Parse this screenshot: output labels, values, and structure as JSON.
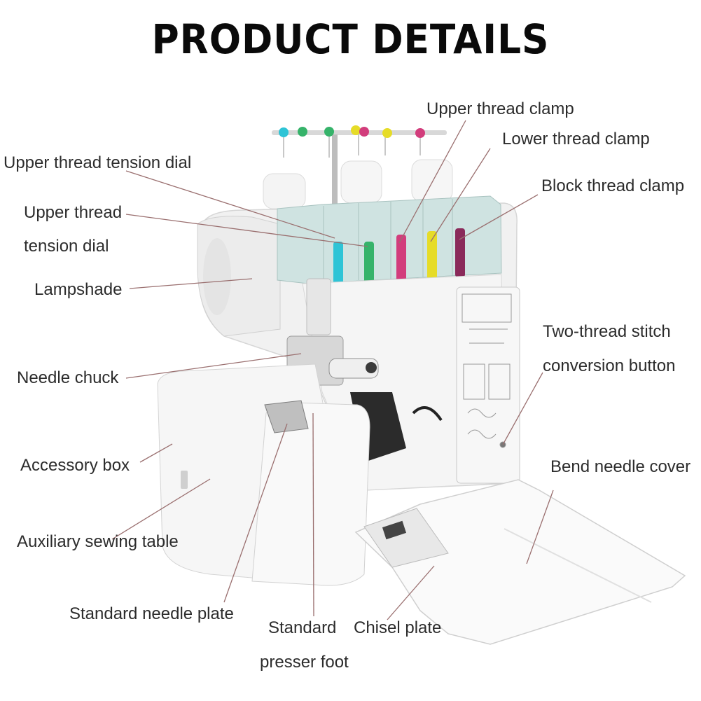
{
  "title": "PRODUCT DETAILS",
  "colors": {
    "thread_cyan": "#2ec4d6",
    "thread_green": "#36b36a",
    "thread_magenta": "#d23d7c",
    "thread_yellow": "#e6dc28",
    "thread_plum": "#8a2a5a",
    "machine_body": "#f1f1f1",
    "panel_mint": "#cfe3e1"
  },
  "labels": {
    "upper_thread_clamp": "Upper thread clamp",
    "lower_thread_clamp": "Lower thread clamp",
    "block_thread_clamp": "Block thread clamp",
    "upper_tension_dial_1": "Upper thread tension dial",
    "upper_tension_dial_2_line1": "Upper thread",
    "upper_tension_dial_2_line2": "tension dial",
    "lampshade": "Lampshade",
    "needle_chuck": "Needle chuck",
    "two_thread_line1": "Two-thread stitch",
    "two_thread_line2": "conversion button",
    "accessory_box": "Accessory box",
    "bend_needle_cover": "Bend needle cover",
    "auxiliary_table": "Auxiliary sewing table",
    "standard_needle_plate": "Standard needle plate",
    "standard_presser_foot_line1": "Standard",
    "standard_presser_foot_line2": "presser foot",
    "chisel_plate": "Chisel plate"
  }
}
